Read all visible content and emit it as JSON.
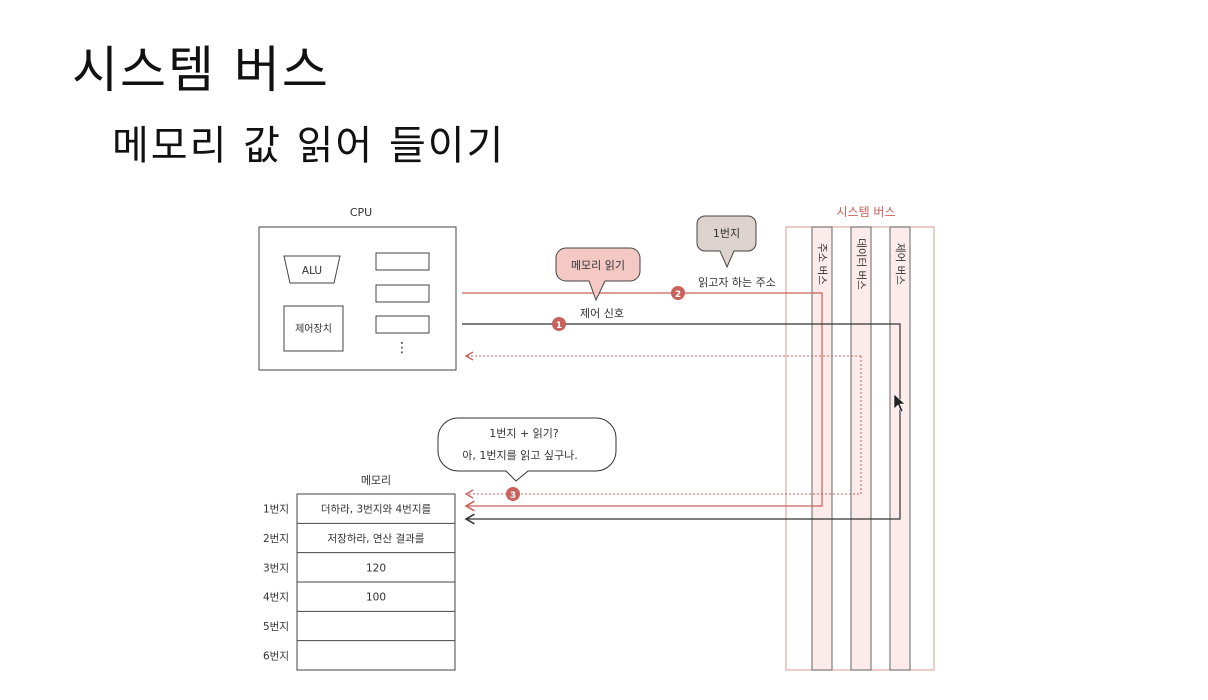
{
  "slide": {
    "title": "시스템 버스",
    "subtitle": "메모리 값 읽어 들이기"
  },
  "cpu": {
    "label": "CPU",
    "alu_label": "ALU",
    "control_unit_label": "제어장치",
    "ellipsis": "⋮"
  },
  "system_bus": {
    "label": "시스템 버스",
    "address_bus": "주소 버스",
    "data_bus": "데이터 버스",
    "control_bus": "제어 버스"
  },
  "signals": {
    "control_signal": "제어 신호",
    "address_wanted": "읽고자 하는 주소",
    "bubble_memory_read": "메모리 읽기",
    "bubble_address": "1번지",
    "speech_line1": "1번지 + 읽기?",
    "speech_line2": "아, 1번지를 읽고 싶구나.",
    "step1": "1",
    "step2": "2",
    "step3": "3"
  },
  "memory": {
    "label": "메모리",
    "rows": [
      {
        "address": "1번지",
        "value": "더하라, 3번지와 4번지를"
      },
      {
        "address": "2번지",
        "value": "저장하라, 연산 결과를"
      },
      {
        "address": "3번지",
        "value": "120"
      },
      {
        "address": "4번지",
        "value": "100"
      },
      {
        "address": "5번지",
        "value": ""
      },
      {
        "address": "6번지",
        "value": ""
      }
    ]
  },
  "colors": {
    "accent": "#c9625a",
    "bus_fill": "#fbeceb",
    "bubble_fill": "#f4c9c3",
    "address_bubble_fill": "#ddd2cd",
    "line": "#333333"
  }
}
